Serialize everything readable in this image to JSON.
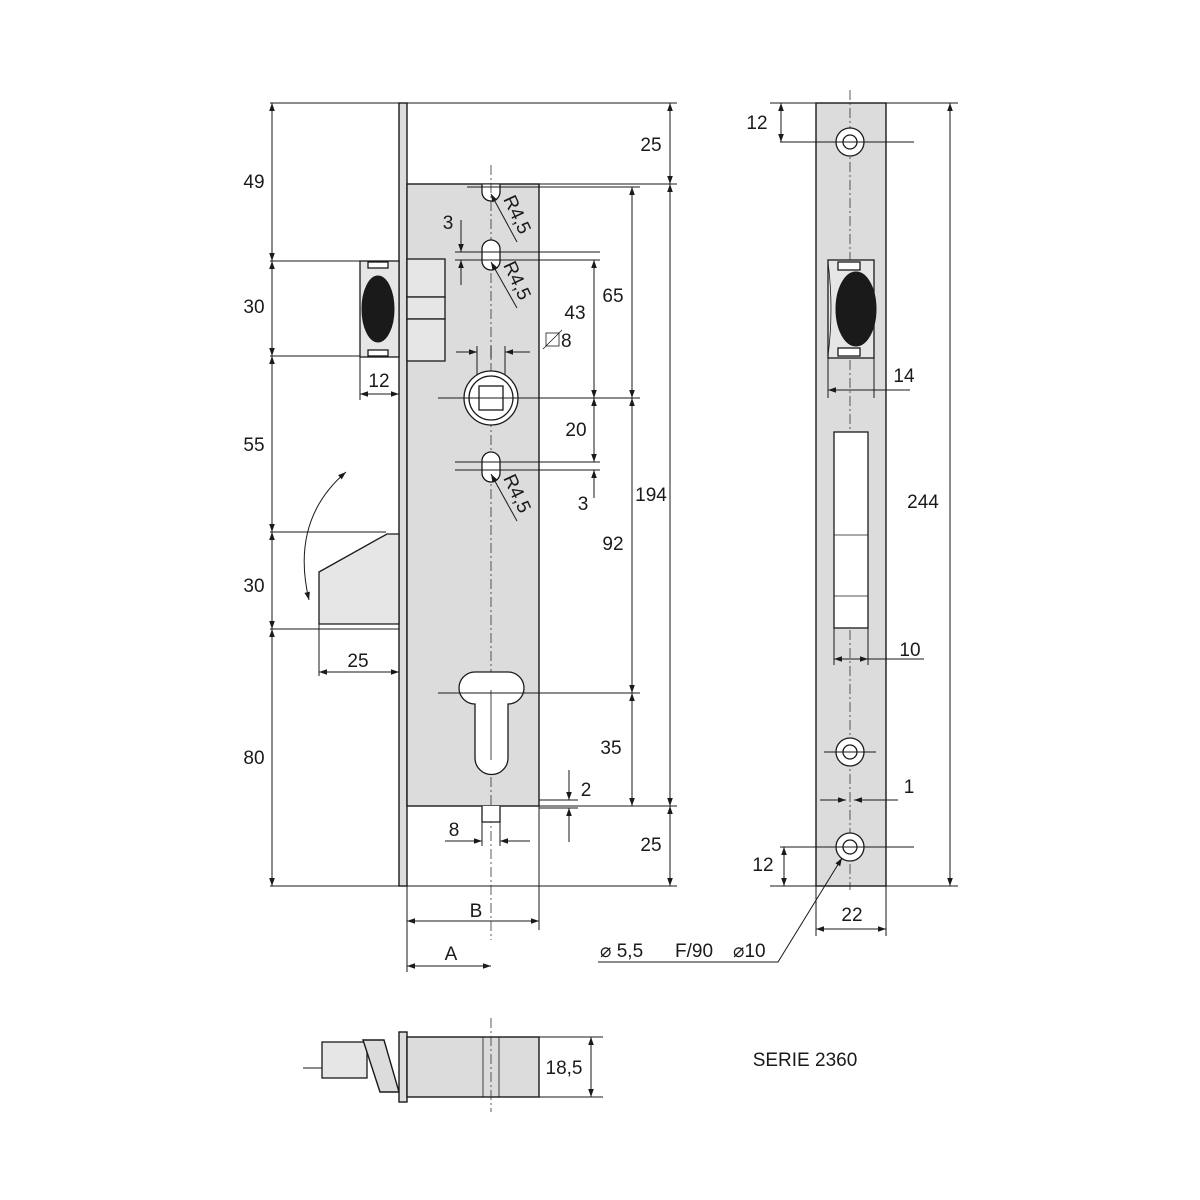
{
  "front_view": {
    "left_dims": {
      "d49": "49",
      "d30a": "30",
      "d12": "12",
      "d55": "55",
      "d30b": "30",
      "d25": "25",
      "d80": "80"
    },
    "radius_labels": [
      "R4,5",
      "R4,5",
      "R4,5"
    ],
    "d3_top": "3",
    "d3_bottom": "3",
    "d43": "43",
    "d65": "65",
    "square": "8",
    "d20": "20",
    "d92": "92",
    "d194": "194",
    "d35": "35",
    "d2": "2",
    "d8": "8",
    "d25_top": "25",
    "d25_bottom": "25",
    "labelB": "B",
    "labelA": "A"
  },
  "side_view": {
    "d12_top": "12",
    "d14": "14",
    "d244": "244",
    "d10": "10",
    "d1": "1",
    "d12_bottom": "12",
    "d22": "22",
    "screw_note": [
      "⌀ 5,5",
      "F/90",
      "⌀10"
    ]
  },
  "top_view": {
    "d18_5": "18,5"
  },
  "series_label": "SERIE 2360"
}
